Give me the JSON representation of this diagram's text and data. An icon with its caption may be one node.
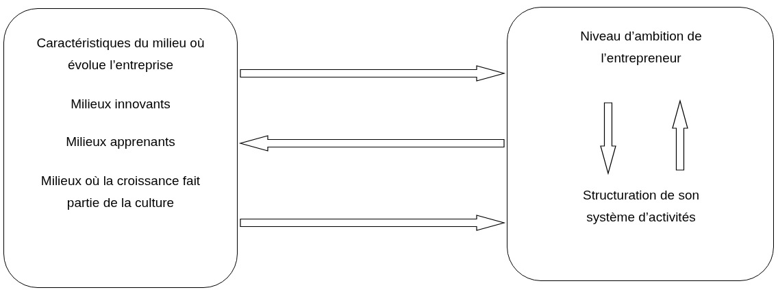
{
  "diagram": {
    "nodes": [
      {
        "text": [
          "Caractéristiques du milieu où évolue l’entreprise",
          "Milieux innovants",
          "Milieux apprenants",
          "Milieux où la croissance fait partie de la culture"
        ]
      },
      {
        "text": [],
        "shape": "box"
      },
      {
        "text": [
          "Niveau d’ambition de l’entrepreneur"
        ],
        "in": 1
      },
      {
        "text": [
          "Structuration de son système d’activités"
        ],
        "in": 1
      }
    ],
    "edges": [
      {
        "from": 0,
        "to": 1,
        "arrow": "to"
      },
      {
        "from": 1,
        "to": 0,
        "arrow": "to"
      },
      {
        "from": 0,
        "to": 1,
        "arrow": "to"
      },
      {
        "from": 2,
        "to": 3,
        "arrow": "to"
      },
      {
        "from": 3,
        "to": 2,
        "arrow": "to"
      }
    ]
  }
}
